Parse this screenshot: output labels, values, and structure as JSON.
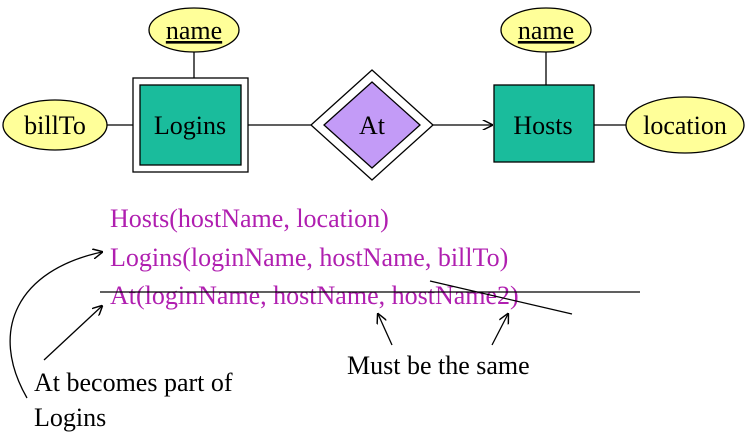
{
  "er": {
    "entities": {
      "logins": {
        "label": "Logins",
        "weak": true
      },
      "hosts": {
        "label": "Hosts",
        "weak": false
      }
    },
    "relationship": {
      "label": "At",
      "supporting": true
    },
    "attributes": {
      "logins_name": {
        "label": "name",
        "key": true
      },
      "hosts_name": {
        "label": "name",
        "key": true
      },
      "bill_to": {
        "label": "billTo",
        "key": false
      },
      "location": {
        "label": "location",
        "key": false
      }
    }
  },
  "schemas": [
    {
      "text": "Hosts(hostName, location)",
      "struck": false
    },
    {
      "text": "Logins(loginName, hostName, billTo)",
      "struck": false
    },
    {
      "text": "At(loginName, hostName, hostName2)",
      "struck": true
    }
  ],
  "annotations": {
    "same_note": "Must be the same",
    "merge_note_line1": "At becomes part of",
    "merge_note_line2": "Logins"
  },
  "colors": {
    "entity_fill": "#1abc9c",
    "attribute_fill": "#ffff99",
    "relationship_fill": "#c39bf7",
    "schema_text": "#b01fb0",
    "outline": "#000000",
    "background": "#ffffff"
  }
}
